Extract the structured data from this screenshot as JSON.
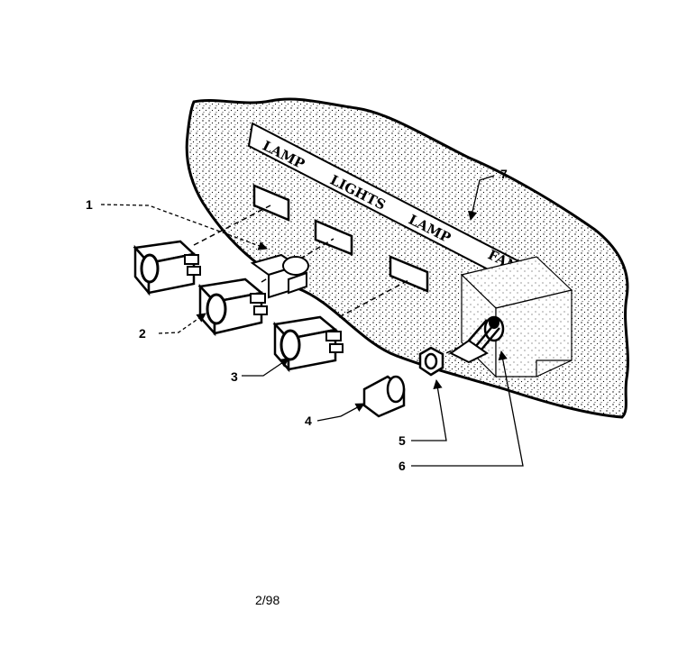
{
  "panel": {
    "labels": {
      "lamp_left": "LAMP",
      "lights": "LIGHTS",
      "lamp_right": "LAMP",
      "fan": "FAN"
    }
  },
  "callouts": [
    "1",
    "2",
    "3",
    "4",
    "5",
    "6",
    "7"
  ],
  "footer": {
    "date_code": "2/98"
  }
}
